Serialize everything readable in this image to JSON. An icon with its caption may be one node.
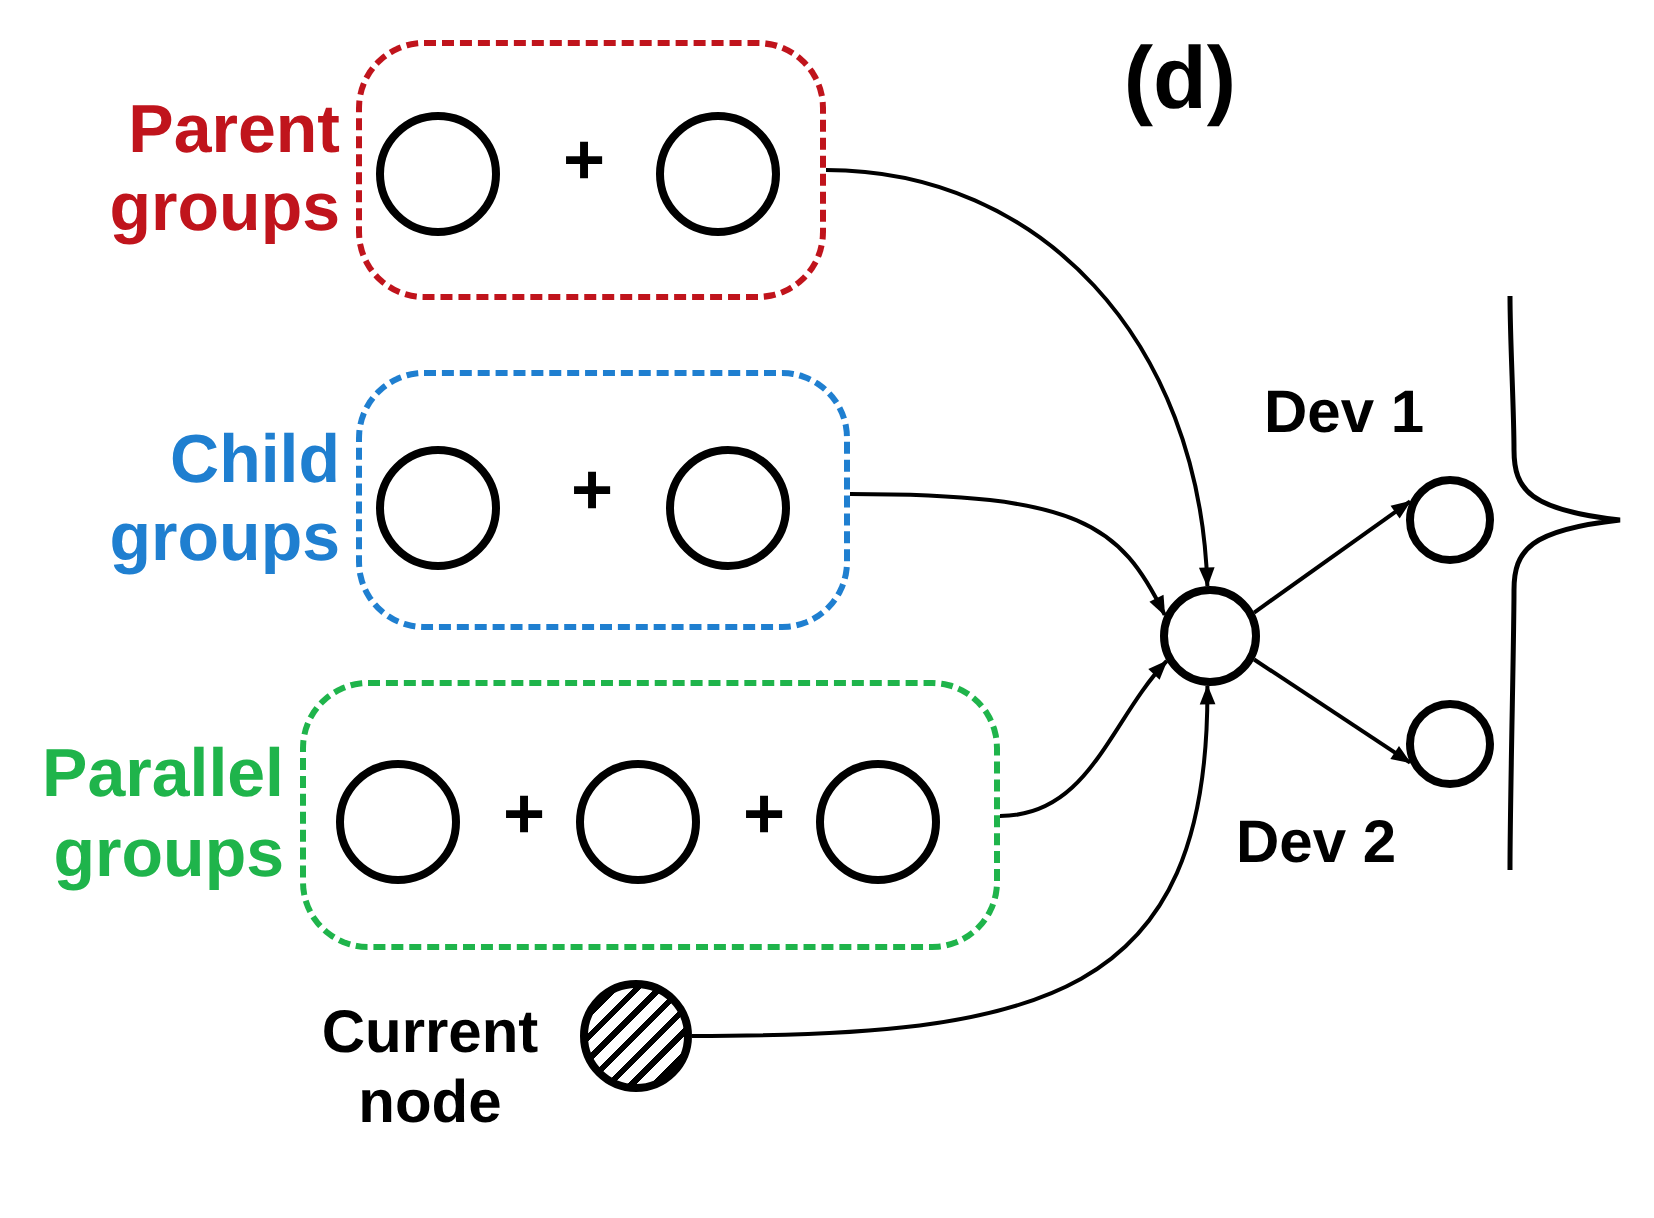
{
  "diagram": {
    "nodes": [
      {
        "text": [
          "Parent groups"
        ]
      },
      {
        "text": [],
        "shape": "circle",
        "in": 0
      },
      {
        "text": [],
        "shape": "circle",
        "in": 0
      },
      {
        "text": [
          "Child groups"
        ]
      },
      {
        "text": [],
        "shape": "circle",
        "in": 3
      },
      {
        "text": [],
        "shape": "circle",
        "in": 3
      },
      {
        "text": [
          "Parallel groups"
        ]
      },
      {
        "text": [],
        "shape": "circle",
        "in": 6
      },
      {
        "text": [],
        "shape": "circle",
        "in": 6
      },
      {
        "text": [],
        "shape": "circle",
        "in": 6
      },
      {
        "text": [],
        "shape": "circle",
        "beside": [
          "Current node"
        ]
      },
      {
        "text": [],
        "shape": "circle"
      },
      {
        "text": [],
        "shape": "circle",
        "beside": [
          "Dev 1"
        ]
      },
      {
        "text": [],
        "shape": "circle",
        "beside": [
          "Dev 2"
        ]
      }
    ],
    "edges": [
      {
        "from": 0,
        "to": 11,
        "arrow": "to"
      },
      {
        "from": 3,
        "to": 11,
        "arrow": "to"
      },
      {
        "from": 6,
        "to": 11,
        "arrow": "to"
      },
      {
        "from": 10,
        "to": 11,
        "arrow": "to"
      },
      {
        "from": 11,
        "to": 12,
        "arrow": "to"
      },
      {
        "from": 11,
        "to": 13,
        "arrow": "to"
      }
    ],
    "labels": [
      "(d)",
      "+",
      "+",
      "+",
      "+"
    ]
  }
}
